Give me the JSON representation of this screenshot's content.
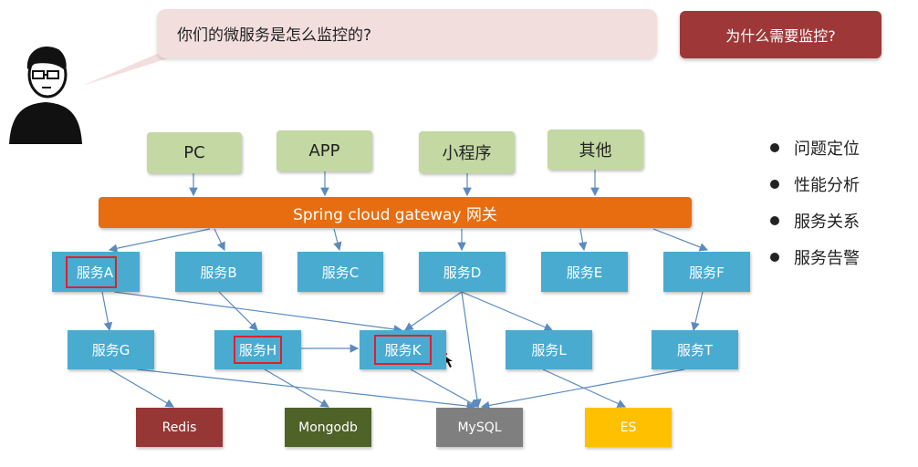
{
  "question": "你们的微服务是怎么监控的?",
  "why_box": "为什么需要监控?",
  "clients": [
    "PC",
    "APP",
    "小程序",
    "其他"
  ],
  "gateway": "Spring cloud gateway 网关",
  "services_row1": [
    "服务A",
    "服务B",
    "服务C",
    "服务D",
    "服务E",
    "服务F"
  ],
  "services_row2": [
    "服务G",
    "服务H",
    "服务K",
    "服务L",
    "服务T"
  ],
  "stores": [
    {
      "label": "Redis",
      "color": "#973735"
    },
    {
      "label": "Mongodb",
      "color": "#4f6228"
    },
    {
      "label": "MySQL",
      "color": "#7f7f7f"
    },
    {
      "label": "ES",
      "color": "#ffc000"
    }
  ],
  "reasons": [
    "问题定位",
    "性能分析",
    "服务关系",
    "服务告警"
  ],
  "highlight_color": "#e0202a"
}
